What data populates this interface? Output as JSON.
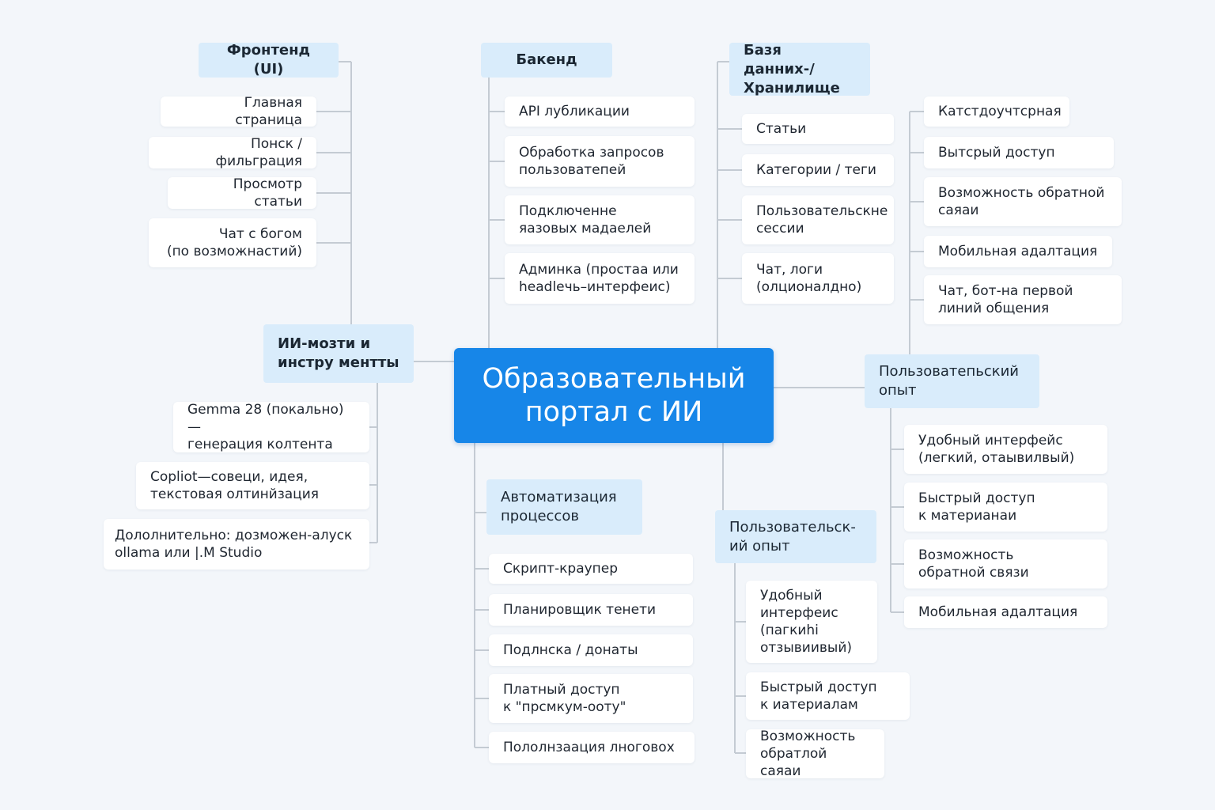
{
  "central": "Образовательный\nпортал с ИИ",
  "frontend": {
    "title": "Фронтенд (UI)",
    "items": [
      "Главная страница",
      "Пoнск / фильграция",
      "Просмотр статьи",
      "Чат с богом\n(по возможнастий)"
    ]
  },
  "ai_tools": {
    "title": "ИИ-мозти и\nинстру ментты",
    "items": [
      "Gemma 28 (покально)—\nгенерация колтента",
      "Copliot—совеци, идея,\nтекстовая олтинйзация",
      "Дололнительно: дозможен-алуск\nollama или |.M Studio"
    ]
  },
  "backend": {
    "title": "Бакенд",
    "items": [
      "API лубликации",
      "Обработка запросов\nпользоватепей",
      "Подключенне\nяазовых мадаелей",
      "Админка (простаа или\nheadleчь–интерфеис)"
    ]
  },
  "database": {
    "title": "Базя данних-/\nХранилище",
    "items": [
      "Статьи",
      "Категории / теги",
      "Пользовательскне\nсессии",
      "Чат, логи\n(олционалдно)"
    ]
  },
  "ux_top": {
    "title": "Пользоватепьский\nопыт",
    "items": [
      "Катстдоучтсрная",
      "Вытсрый доступ",
      "Возможность обратной\nсаяаи",
      "Мобильная адалтация",
      "Чат, бот-на первой\nлиний общения"
    ]
  },
  "ux_right": {
    "items": [
      "Удобный интерфейс\n(легкий, отаывилвый)",
      "Быстрый доступ\nк материанаи",
      "Возможность\nобратной связи",
      "Мобильная адалтация"
    ]
  },
  "automation": {
    "title": "Автоматизация\nпроцессов",
    "items": [
      "Скрипт-краупер",
      "Планировщик тенети",
      "Подлнска / донаты",
      "Платный доступ\nк \"прсмкум-ооту\"",
      "Пололнзаация лноговох"
    ]
  },
  "ux_bottom": {
    "title": "Пользовательск-\nий опыт",
    "items": [
      "Удобный\nинтерфеис\n(пагкиhi\nотзывиивый)",
      "Быстрый доступ\nк иатериалам",
      "Возможность\nобратлой саяаи"
    ]
  }
}
